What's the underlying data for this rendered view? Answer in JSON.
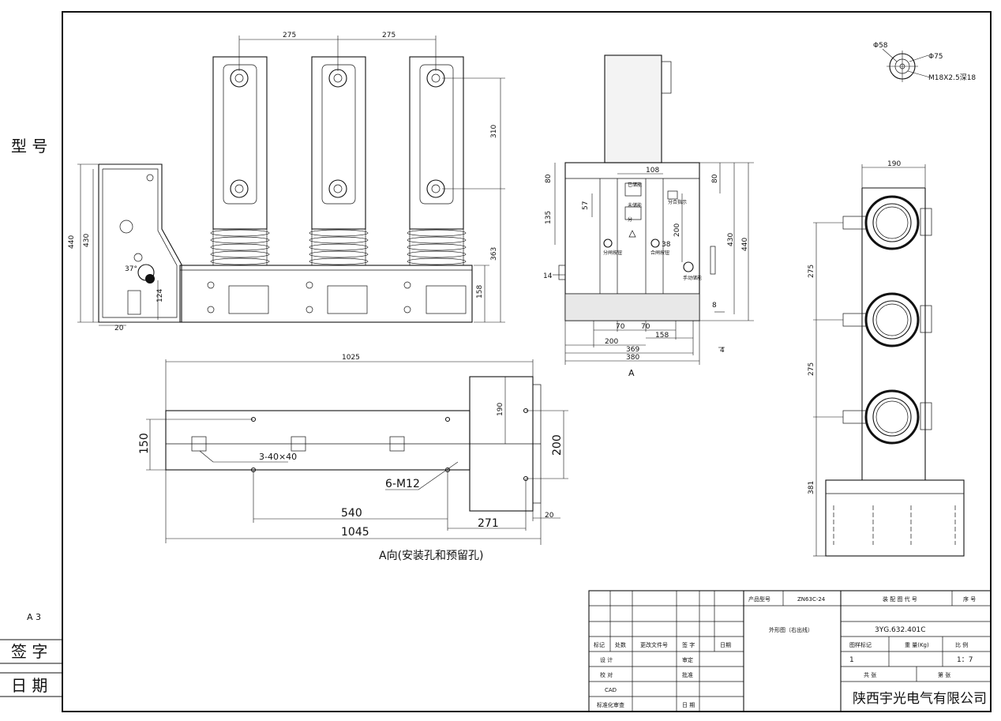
{
  "left_margin": {
    "model_label": "型  号",
    "sheet_size": "A 3",
    "sign_label": "签  字",
    "date_label": "日  期"
  },
  "front_view": {
    "dims": {
      "pitch_1": "275",
      "pitch_2": "275",
      "height_310": "310",
      "height_363": "363",
      "height_158": "158",
      "height_440": "440",
      "height_430": "430",
      "dim_124": "124",
      "dim_20": "20",
      "angle_37": "37°"
    }
  },
  "side_view": {
    "dims": {
      "w_108": "108",
      "h_80_left": "80",
      "h_80_right": "80",
      "h_135": "135",
      "h_57": "57",
      "h_38": "38",
      "h_200": "200",
      "h_430": "430",
      "h_440": "440",
      "h_14": "14",
      "h_8": "8",
      "h_4": "4",
      "w_70_a": "70",
      "w_70_b": "70",
      "w_158": "158",
      "w_200": "200",
      "w_369": "369",
      "w_380": "380"
    },
    "labels": {
      "stored": "已储能",
      "unstored": "未储能",
      "open_close_indicator": "分合指示",
      "open_button": "分闸按钮",
      "close_button": "合闸按钮",
      "manual_storage": "手动储能",
      "divide": "分",
      "view_letter": "A"
    }
  },
  "bottom_view": {
    "dims": {
      "w_1025": "1025",
      "h_190": "190",
      "h_150": "150",
      "h_200": "200",
      "w_540": "540",
      "w_1045": "1045",
      "w_271": "271",
      "w_20": "20"
    },
    "labels": {
      "square_holes": "3-40×40",
      "bolt_holes": "6-M12",
      "caption": "A向(安装孔和预留孔)"
    }
  },
  "top_right": {
    "dims": {
      "d58": "Φ58",
      "d75": "Φ75",
      "thread": "M18X2.5深18"
    }
  },
  "top_view": {
    "dims": {
      "w_190": "190",
      "h_275_a": "275",
      "h_275_b": "275",
      "h_381": "381"
    }
  },
  "title_block": {
    "product_model_label": "产品型号",
    "product_model_value": "ZN63C-24",
    "assembly_code_label": "装 配 图 代 号",
    "serial_label": "序  号",
    "drawing_name": "外形图（右出线）",
    "drawing_code": "3YG.632.401C",
    "mark_label": "标记",
    "count_label": "处数",
    "change_doc_label": "更改文件号",
    "sign_label": "签  字",
    "date_label": "日期",
    "drawing_mark_label": "图样标记",
    "weight_label": "重 量(Kg)",
    "scale_label": "比  例",
    "design_label": "设  计",
    "review_label": "审定",
    "drawing_mark_value": "1",
    "scale_value": "1：7",
    "check_label": "校  对",
    "approve_label": "批准",
    "total_label": "共      张",
    "sheet_label": "第      张",
    "cad_label": "CAD",
    "std_review_label": "标准化审查",
    "date2_label": "日 期",
    "company": "陕西宇光电气有限公司"
  }
}
